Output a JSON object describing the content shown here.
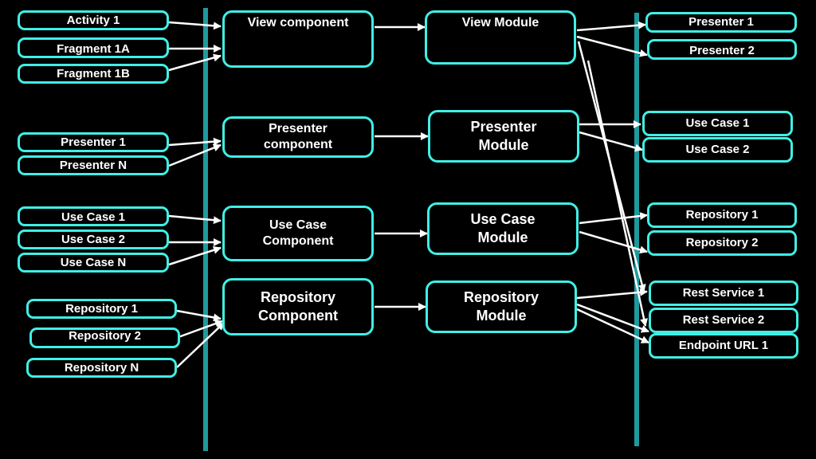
{
  "left": {
    "activity_1": "Activity 1",
    "fragment_1a": "Fragment 1A",
    "fragment_1b": "Fragment 1B",
    "presenter_1": "Presenter 1",
    "presenter_n": "Presenter N",
    "use_case_1": "Use Case 1",
    "use_case_2": "Use Case 2",
    "use_case_n": "Use Case N",
    "repository_1": "Repository 1",
    "repository_2": "Repository 2",
    "repository_n": "Repository N"
  },
  "components": {
    "view": "View component",
    "presenter": "Presenter\ncomponent",
    "use_case": "Use Case\nComponent",
    "repository": "Repository\nComponent"
  },
  "modules": {
    "view": "View Module",
    "presenter": "Presenter\nModule",
    "use_case": "Use Case\nModule",
    "repository": "Repository\nModule"
  },
  "right": {
    "presenter_1": "Presenter 1",
    "presenter_2": "Presenter 2",
    "use_case_1": "Use Case 1",
    "use_case_2": "Use Case 2",
    "repository_1": "Repository 1",
    "repository_2": "Repository 2",
    "rest_service_1": "Rest Service 1",
    "rest_service_2": "Rest Service 2",
    "endpoint_url_1": "Endpoint URL 1"
  },
  "colors": {
    "background": "#000000",
    "box_border": "#3ff0e6",
    "divider": "#1f9a9e",
    "arrow": "#ffffff"
  }
}
